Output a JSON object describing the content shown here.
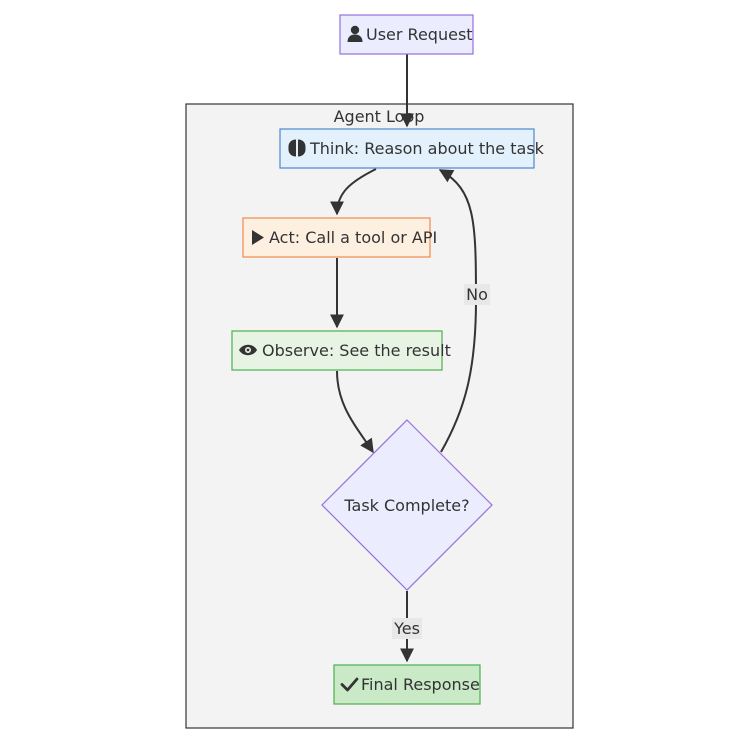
{
  "diagram": {
    "cluster": {
      "label": "Agent Loop"
    },
    "nodes": {
      "user_request": {
        "label": "User Request",
        "icon": "user-icon"
      },
      "think": {
        "label": "Think: Reason about the task",
        "icon": "brain-icon"
      },
      "act": {
        "label": "Act: Call a tool or API",
        "icon": "play-icon"
      },
      "observe": {
        "label": "Observe: See the result",
        "icon": "eye-icon"
      },
      "decision": {
        "label": "Task Complete?"
      },
      "final": {
        "label": "Final Response",
        "icon": "check-icon"
      }
    },
    "edges": {
      "no_label": "No",
      "yes_label": "Yes"
    },
    "colors": {
      "cluster_fill": "#f3f3f3",
      "cluster_stroke": "#333333",
      "user_fill": "#ececff",
      "user_stroke": "#9370db",
      "think_fill": "#e3f1fd",
      "think_stroke": "#4a88d0",
      "act_fill": "#fdf0e1",
      "act_stroke": "#f08a4b",
      "observe_fill": "#e7f4e4",
      "observe_stroke": "#4caf50",
      "decision_fill": "#ececff",
      "decision_stroke": "#9370db",
      "final_fill": "#c9e9c7",
      "final_stroke": "#4caf50",
      "edge_label_bg": "#e8e8e8"
    }
  }
}
